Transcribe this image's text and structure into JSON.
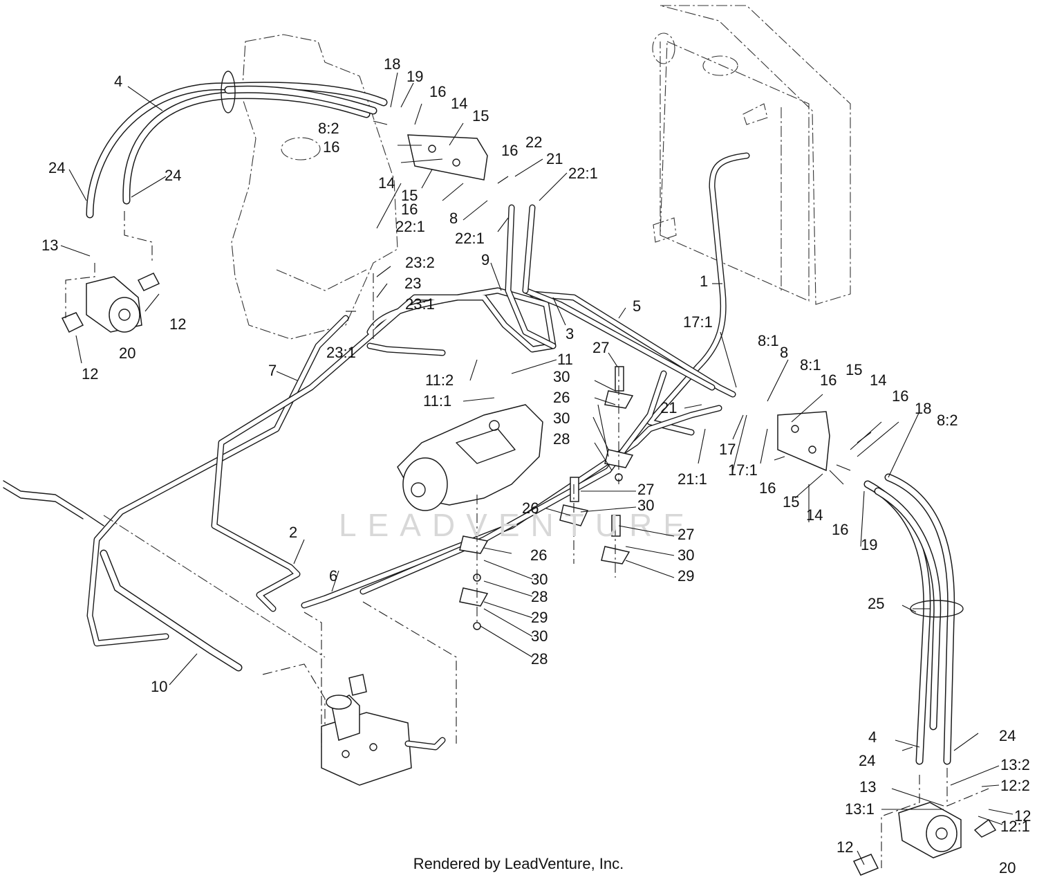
{
  "footer": "Rendered by LeadVenture, Inc.",
  "watermark": "LEADVENTURE",
  "callouts": [
    "1",
    "2",
    "3",
    "4",
    "4",
    "5",
    "6",
    "7",
    "8",
    "8",
    "8:1",
    "8:1",
    "8:2",
    "8:2",
    "9",
    "10",
    "11",
    "11:1",
    "11:2",
    "12",
    "12",
    "12",
    "12",
    "12:1",
    "12:2",
    "13",
    "13",
    "13:1",
    "13:2",
    "14",
    "14",
    "14",
    "14",
    "15",
    "15",
    "15",
    "15",
    "16",
    "16",
    "16",
    "16",
    "16",
    "16",
    "16",
    "16",
    "17",
    "17:1",
    "17:1",
    "18",
    "18",
    "19",
    "19",
    "20",
    "20",
    "21",
    "21",
    "21:1",
    "22",
    "22:1",
    "22:1",
    "22:1",
    "23",
    "23:1",
    "23:1",
    "23:2",
    "24",
    "24",
    "24",
    "24",
    "25",
    "26",
    "26",
    "26",
    "27",
    "27",
    "27",
    "28",
    "28",
    "28",
    "29",
    "29",
    "30",
    "30",
    "30",
    "30",
    "30",
    "30"
  ]
}
